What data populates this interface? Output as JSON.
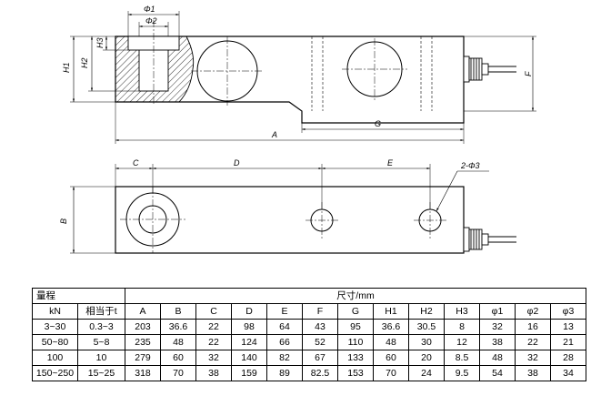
{
  "dimension_labels": {
    "phi1": "Φ1",
    "phi2": "Φ2",
    "h1": "H1",
    "h2": "H2",
    "h3": "H3",
    "a": "A",
    "f": "F",
    "g": "G",
    "c": "C",
    "d": "D",
    "e": "E",
    "b": "B",
    "holes": "2-Φ3"
  },
  "table": {
    "header": {
      "range": "量程",
      "dims": "尺寸/mm"
    },
    "subheader": {
      "kn": "kN",
      "equiv": "相当于t",
      "cols": [
        "A",
        "B",
        "C",
        "D",
        "E",
        "F",
        "G",
        "H1",
        "H2",
        "H3",
        "φ1",
        "φ2",
        "φ3"
      ]
    },
    "rows": [
      {
        "kn": "3~30",
        "equiv": "0.3~3",
        "values": [
          "203",
          "36.6",
          "22",
          "98",
          "64",
          "43",
          "95",
          "36.6",
          "30.5",
          "8",
          "32",
          "16",
          "13"
        ]
      },
      {
        "kn": "50~80",
        "equiv": "5~8",
        "values": [
          "235",
          "48",
          "22",
          "124",
          "66",
          "52",
          "110",
          "48",
          "30",
          "12",
          "38",
          "22",
          "21"
        ]
      },
      {
        "kn": "100",
        "equiv": "10",
        "values": [
          "279",
          "60",
          "32",
          "140",
          "82",
          "67",
          "133",
          "60",
          "20",
          "8.5",
          "48",
          "32",
          "28"
        ]
      },
      {
        "kn": "150~250",
        "equiv": "15~25",
        "values": [
          "318",
          "70",
          "38",
          "159",
          "89",
          "82.5",
          "153",
          "70",
          "24",
          "9.5",
          "54",
          "38",
          "34"
        ]
      }
    ]
  }
}
